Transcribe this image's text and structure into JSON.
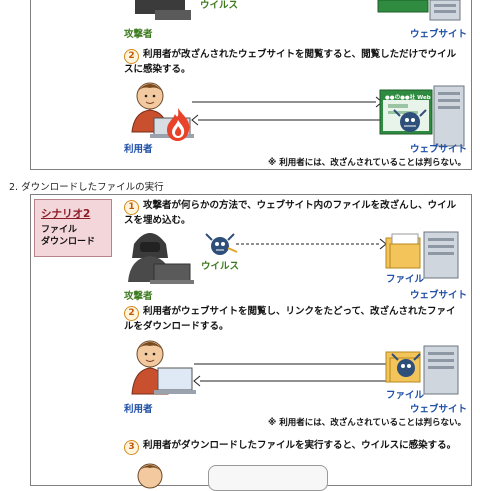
{
  "panel1": {
    "attacker_label": "攻撃者",
    "virus_label": "ウイルス",
    "website_label": "ウェブサイト",
    "step2_num": "2",
    "step2_text": "利用者が改ざんされたウェブサイトを閲覧すると、閲覧しただけでウイルスに感染する。",
    "user_label": "利用者",
    "website_label2": "ウェブサイト",
    "browser_title": "●●の●●社 Web",
    "note": "※ 利用者には、改ざんされていることは判らない。"
  },
  "section2": {
    "title": "2. ダウンロードしたファイルの実行"
  },
  "panel2": {
    "scenario_title": "シナリオ2",
    "scenario_sub1": "ファイル",
    "scenario_sub2": "ダウンロード",
    "step1_num": "1",
    "step1_text": "攻撃者が何らかの方法で、ウェブサイト内のファイルを改ざんし、ウイルスを埋め込む。",
    "virus_label": "ウイルス",
    "attacker_label": "攻撃者",
    "file_label": "ファイル",
    "website_label": "ウェブサイト",
    "step2_num": "2",
    "step2_text": "利用者がウェブサイトを閲覧し、リンクをたどって、改ざんされたファイルをダウンロードする。",
    "user_label": "利用者",
    "file_label2": "ファイル",
    "website_label2": "ウェブサイト",
    "note": "※ 利用者には、改ざんされていることは判らない。",
    "step3_num": "3",
    "step3_text": "利用者がダウンロードしたファイルを実行すると、ウイルスに感染する。"
  }
}
